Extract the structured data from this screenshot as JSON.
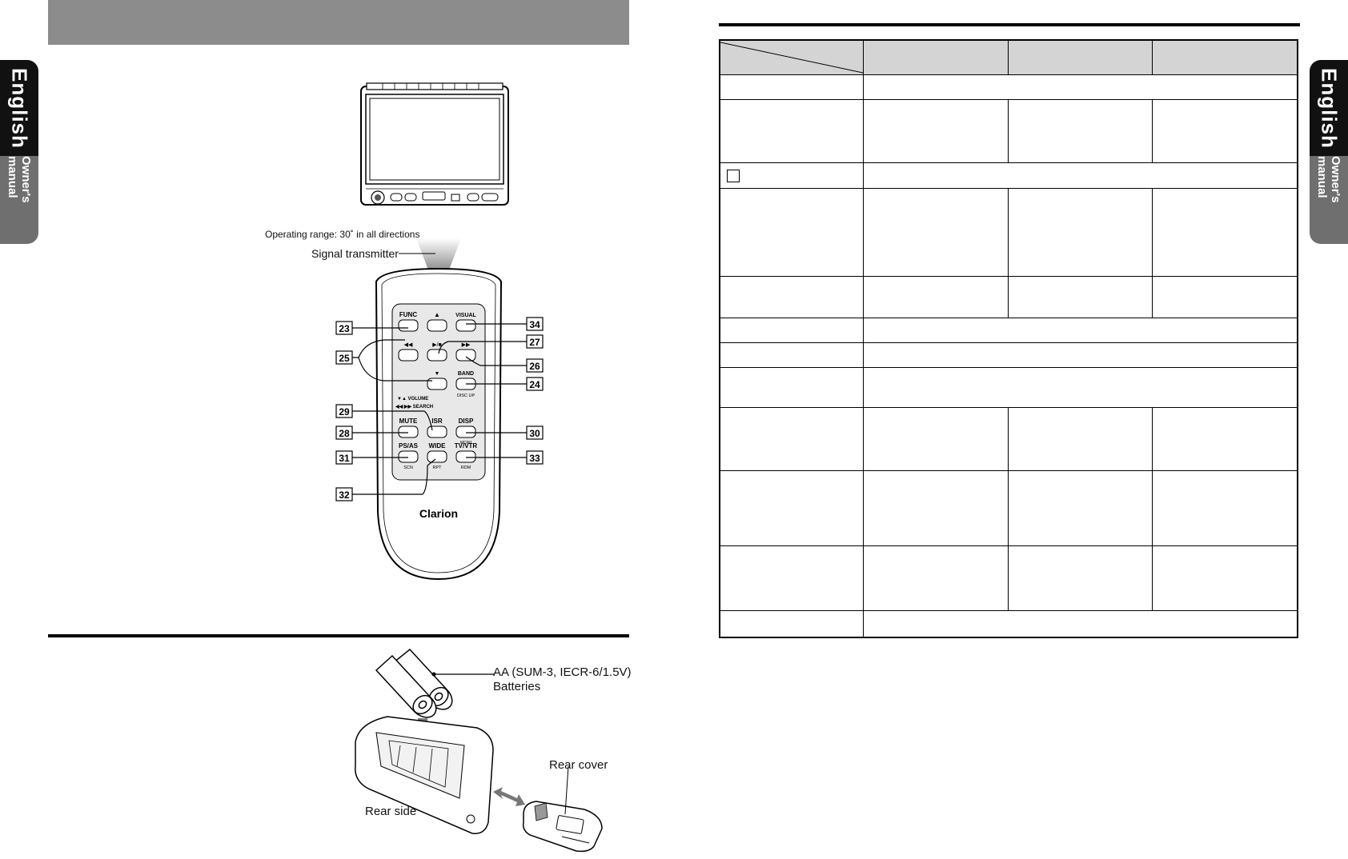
{
  "sidebar_left": {
    "language": "English",
    "manual": "Owner's manual"
  },
  "sidebar_right": {
    "language": "English",
    "manual": "Owner's manual"
  },
  "remote_figure": {
    "operating_range": "Operating range: 30˚ in all directions",
    "signal_transmitter": "Signal transmitter",
    "brand": "Clarion",
    "buttons": {
      "func": "FUNC",
      "visual": "VISUAL",
      "band": "BAND",
      "disc_up": "DISC UP",
      "volume": "▼▲ VOLUME",
      "search": "◀◀ ▶▶ SEARCH",
      "mute": "MUTE",
      "isr": "ISR",
      "disp": "DISP",
      "moni": "MONI",
      "ps_as": "PS/AS",
      "scn": "SCN",
      "wide": "WIDE",
      "rpt": "RPT",
      "tv_vtr": "TV/VTR",
      "rdm": "RDM"
    },
    "callouts": [
      "23",
      "25",
      "29",
      "28",
      "31",
      "32",
      "34",
      "27",
      "26",
      "24",
      "30",
      "33"
    ]
  },
  "battery_figure": {
    "battery_label_1": "AA (SUM-3, IECR-6/1.5V)",
    "battery_label_2": "Batteries",
    "rear_cover": "Rear cover",
    "rear_side": "Rear side"
  },
  "colors": {
    "header_bar": "#8c8c8c",
    "tab_black": "#111111",
    "tab_grey": "#6f6f6f",
    "table_header": "#d4d4d4"
  }
}
